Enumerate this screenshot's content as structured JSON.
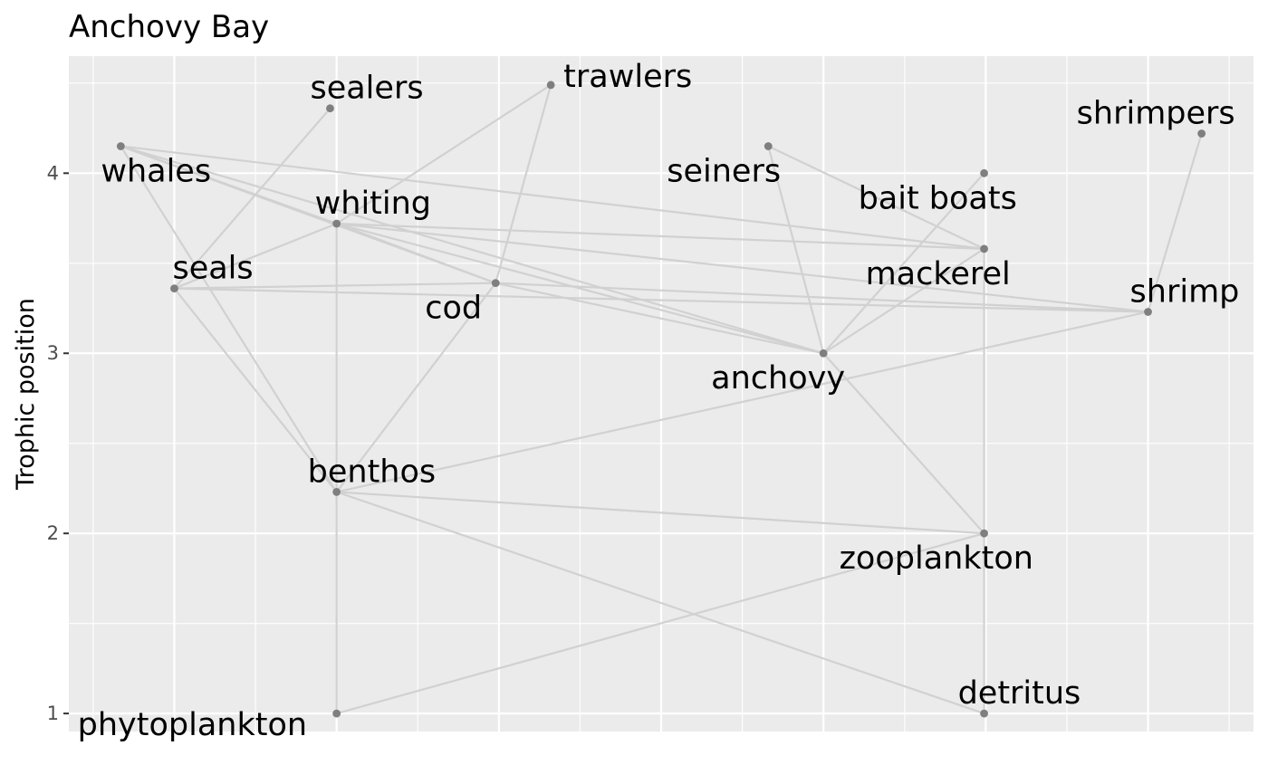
{
  "chart_data": {
    "type": "scatter",
    "title": "Anchovy Bay",
    "xlabel": "",
    "ylabel": "Trophic position",
    "ylim": [
      0.9,
      4.65
    ],
    "xlim": [
      0.35,
      7.65
    ],
    "y_ticks": [
      1,
      2,
      3,
      4
    ],
    "y_tick_labels": [
      "1",
      "2",
      "3",
      "4"
    ],
    "grid": true,
    "panel_background": "#ebebeb",
    "colors": {
      "point": "#7f7f7f",
      "link": "#d1d1d1",
      "grid": "#ffffff",
      "panel": "#ebebeb"
    },
    "nodes": [
      {
        "name": "whales",
        "x": 0.67,
        "y": 4.15
      },
      {
        "name": "seals",
        "x": 1.0,
        "y": 3.36
      },
      {
        "name": "sealers",
        "x": 1.96,
        "y": 4.36
      },
      {
        "name": "whiting",
        "x": 2.0,
        "y": 3.72
      },
      {
        "name": "benthos",
        "x": 2.0,
        "y": 2.23
      },
      {
        "name": "phytoplankton",
        "x": 2.0,
        "y": 1.0
      },
      {
        "name": "cod",
        "x": 2.98,
        "y": 3.39
      },
      {
        "name": "trawlers",
        "x": 3.32,
        "y": 4.49
      },
      {
        "name": "seiners",
        "x": 4.66,
        "y": 4.15
      },
      {
        "name": "anchovy",
        "x": 5.0,
        "y": 3.0
      },
      {
        "name": "bait boats",
        "x": 5.99,
        "y": 4.0
      },
      {
        "name": "mackerel",
        "x": 5.99,
        "y": 3.58
      },
      {
        "name": "zooplankton",
        "x": 5.99,
        "y": 2.0
      },
      {
        "name": "detritus",
        "x": 5.99,
        "y": 1.0
      },
      {
        "name": "shrimp",
        "x": 7.0,
        "y": 3.23
      },
      {
        "name": "shrimpers",
        "x": 7.33,
        "y": 4.22
      }
    ],
    "links": [
      [
        "whales",
        "whiting"
      ],
      [
        "whales",
        "cod"
      ],
      [
        "whales",
        "anchovy"
      ],
      [
        "whales",
        "mackerel"
      ],
      [
        "whales",
        "benthos"
      ],
      [
        "seals",
        "whiting"
      ],
      [
        "seals",
        "cod"
      ],
      [
        "seals",
        "shrimp"
      ],
      [
        "seals",
        "benthos"
      ],
      [
        "sealers",
        "seals"
      ],
      [
        "whiting",
        "cod"
      ],
      [
        "whiting",
        "anchovy"
      ],
      [
        "whiting",
        "mackerel"
      ],
      [
        "whiting",
        "shrimp"
      ],
      [
        "whiting",
        "benthos"
      ],
      [
        "cod",
        "shrimp"
      ],
      [
        "cod",
        "anchovy"
      ],
      [
        "cod",
        "benthos"
      ],
      [
        "trawlers",
        "whiting"
      ],
      [
        "trawlers",
        "cod"
      ],
      [
        "seiners",
        "anchovy"
      ],
      [
        "seiners",
        "mackerel"
      ],
      [
        "bait boats",
        "anchovy"
      ],
      [
        "mackerel",
        "anchovy"
      ],
      [
        "mackerel",
        "zooplankton"
      ],
      [
        "anchovy",
        "zooplankton"
      ],
      [
        "shrimpers",
        "shrimp"
      ],
      [
        "shrimp",
        "benthos"
      ],
      [
        "benthos",
        "zooplankton"
      ],
      [
        "benthos",
        "detritus"
      ],
      [
        "benthos",
        "phytoplankton"
      ],
      [
        "zooplankton",
        "phytoplankton"
      ],
      [
        "zooplankton",
        "detritus"
      ]
    ]
  }
}
